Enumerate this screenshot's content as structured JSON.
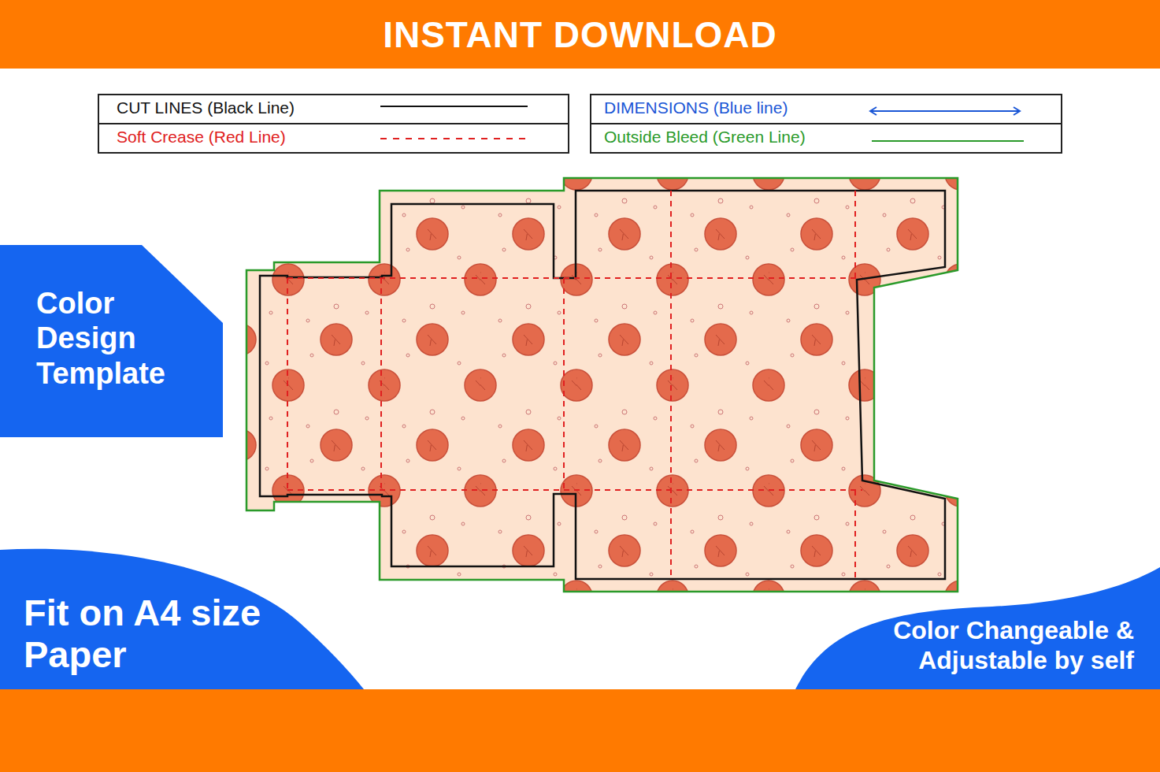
{
  "diagram": {
    "title": "INSTANT DOWNLOAD",
    "nodes": [
      {
        "text": [
          "Color Design Template"
        ]
      },
      {
        "text": [
          "Fit on A4 size Paper"
        ]
      },
      {
        "text": [
          "Color Changeable & Adjustable by self"
        ]
      }
    ],
    "legend": [
      {
        "text": "CUT LINES (Black Line)"
      },
      {
        "text": "Soft Crease (Red Line)"
      },
      {
        "text": "DIMENSIONS (Blue line)"
      },
      {
        "text": "Outside Bleed (Green Line)"
      }
    ]
  }
}
